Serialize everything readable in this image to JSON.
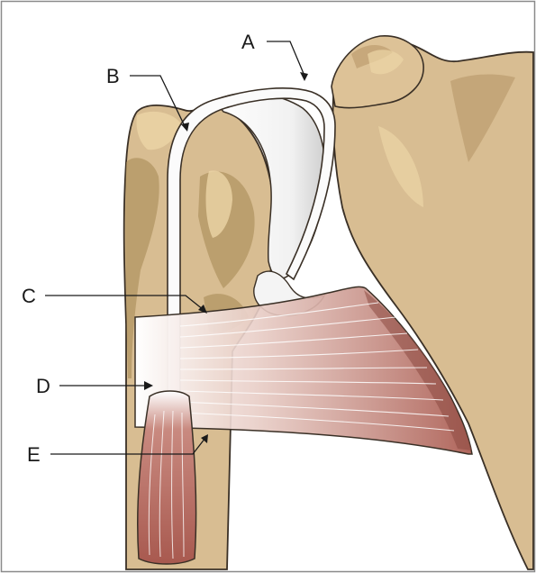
{
  "labels": {
    "A": "A",
    "B": "B",
    "C": "C",
    "D": "D",
    "E": "E"
  },
  "colors": {
    "bone": "#d8bd92",
    "bone_shadow": "#a88a57",
    "bone_highlight": "#ecd5a6",
    "ligament": "#f2f2f2",
    "muscle": "#b0665c",
    "muscle_dark": "#8c4a42",
    "outline": "#3a3026"
  }
}
